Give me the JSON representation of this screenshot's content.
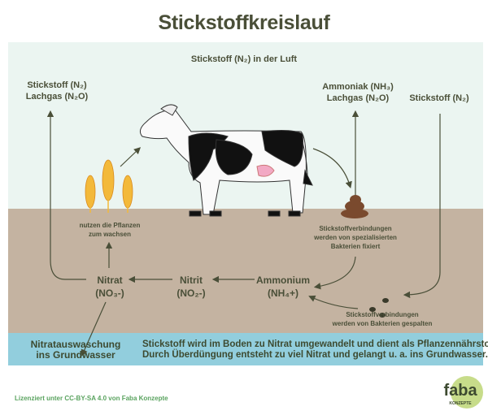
{
  "title": "Stickstoffkreislauf",
  "air_label": "Stickstoff (N₂) in der Luft",
  "left_gases": [
    "Stickstoff (N₂)",
    "Lachgas (N₂O)"
  ],
  "middle_gases": [
    "Ammoniak (NH₃)",
    "Lachgas (N₂O)"
  ],
  "right_gas": "Stickstoff (N₂)",
  "plants_note": [
    "nutzen die Pflanzen",
    "zum wachsen"
  ],
  "fixation_note": [
    "Stickstoffverbindungen",
    "werden von spezialisierten",
    "Bakterien fixiert"
  ],
  "decomposition_note": [
    "Stickstoffverbindungen",
    "werden von Bakterien gespalten"
  ],
  "compounds": {
    "nitrat": [
      "Nitrat",
      "(NO₃-)"
    ],
    "nitrit": [
      "Nitrit",
      "(NO₂-)"
    ],
    "ammonium": [
      "Ammonium",
      "(NH₄+)"
    ]
  },
  "water": {
    "leaching": [
      "Nitratauswaschung",
      "ins Grundwasser"
    ],
    "explanation": [
      "Stickstoff wird im Boden zu Nitrat umgewandelt und dient als Pflanzennährstoff.",
      "Durch Überdüngung entsteht zu viel Nitrat und gelangt u. a. ins Grundwasser."
    ]
  },
  "license": "Lizenziert unter CC-BY-SA 4.0 von Faba Konzepte",
  "logo": {
    "name": "faba",
    "sub": "KONZEPTE"
  },
  "colors": {
    "sky": "#ebf5f1",
    "soil": "#c4b3a1",
    "water": "#92cedd",
    "text": "#4a4f38",
    "logo": "#c7dc8a"
  }
}
